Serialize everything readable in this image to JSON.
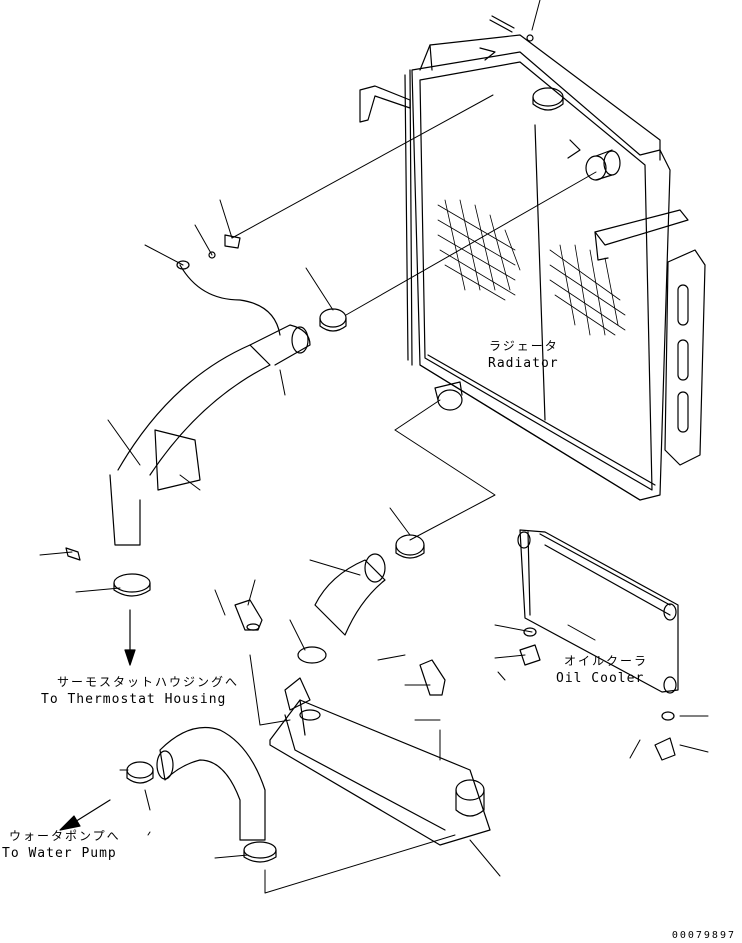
{
  "labels": {
    "radiator_jp": "ラジェータ",
    "radiator_en": "Radiator",
    "oil_cooler_jp": "オイルクーラ",
    "oil_cooler_en": "Oil Cooler",
    "thermostat_jp": "サーモスタットハウジングへ",
    "thermostat_en": "To Thermostat Housing",
    "water_pump_jp": "ウォータポンプへ",
    "water_pump_en": "To Water Pump"
  },
  "document_number": "00079897",
  "colors": {
    "line": "#000000",
    "background": "#ffffff"
  }
}
